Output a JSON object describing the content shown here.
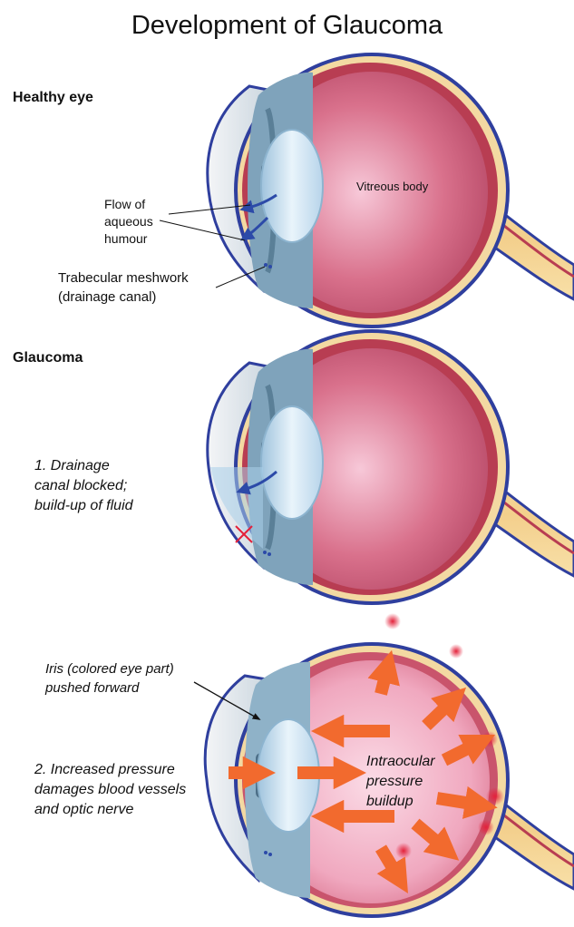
{
  "title": "Development of Glaucoma",
  "sections": {
    "healthy": {
      "heading": "Healthy eye",
      "vitreous_label": "Vitreous body",
      "flow_label": "Flow of\naqueous\nhumour",
      "meshwork_label": "Trabecular meshwork\n(drainage canal)"
    },
    "glaucoma": {
      "heading": "Glaucoma",
      "step1": "1. Drainage\ncanal blocked;\nbuild-up of fluid"
    },
    "advanced": {
      "iris_label": "Iris (colored eye part)\npushed forward",
      "step2": "2. Increased pressure\ndamages blood vessels\nand optic nerve",
      "pressure_label": "Intraocular\npressure\nbuildup"
    }
  },
  "colors": {
    "sclera_outline": "#2f3f9e",
    "retina_layer": "#f3d9a2",
    "choroid": "#b83d52",
    "vitreous": "#d9718c",
    "lens": "#cfe6f5",
    "cornea": "#e4e8ec",
    "arrow_blue": "#2c4aa8",
    "pressure_arrow": "#f26a2e",
    "hotspot": "#e3213a",
    "optic_nerve": "#f6d89f"
  }
}
